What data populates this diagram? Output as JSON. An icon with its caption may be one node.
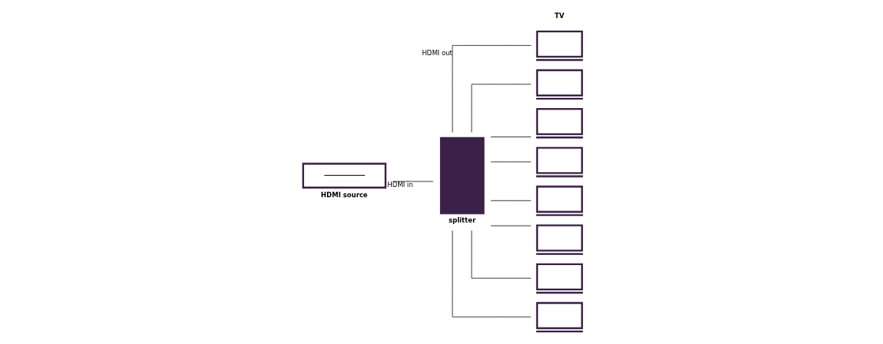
{
  "diagram": {
    "nodes": [
      {
        "text": [
          "HDMI source"
        ]
      },
      {
        "text": [
          "splitter"
        ]
      },
      {
        "text": [],
        "shape": "box"
      },
      {
        "text": [],
        "shape": "box"
      },
      {
        "text": [],
        "shape": "box"
      },
      {
        "text": [],
        "shape": "box"
      },
      {
        "text": [],
        "shape": "box"
      },
      {
        "text": [],
        "shape": "box"
      },
      {
        "text": [],
        "shape": "box"
      },
      {
        "text": [],
        "shape": "box"
      }
    ],
    "edges": [
      {
        "from": 0,
        "to": 1,
        "arrow": "none",
        "label": "HDMI in"
      },
      {
        "from": 1,
        "to": 2,
        "arrow": "none",
        "label": "HDMI out"
      },
      {
        "from": 1,
        "to": 3,
        "arrow": "none"
      },
      {
        "from": 1,
        "to": 4,
        "arrow": "none"
      },
      {
        "from": 1,
        "to": 5,
        "arrow": "none"
      },
      {
        "from": 1,
        "to": 6,
        "arrow": "none"
      },
      {
        "from": 1,
        "to": 7,
        "arrow": "none"
      },
      {
        "from": 1,
        "to": 8,
        "arrow": "none"
      },
      {
        "from": 1,
        "to": 9,
        "arrow": "none"
      }
    ],
    "labels": [
      "TV"
    ]
  }
}
